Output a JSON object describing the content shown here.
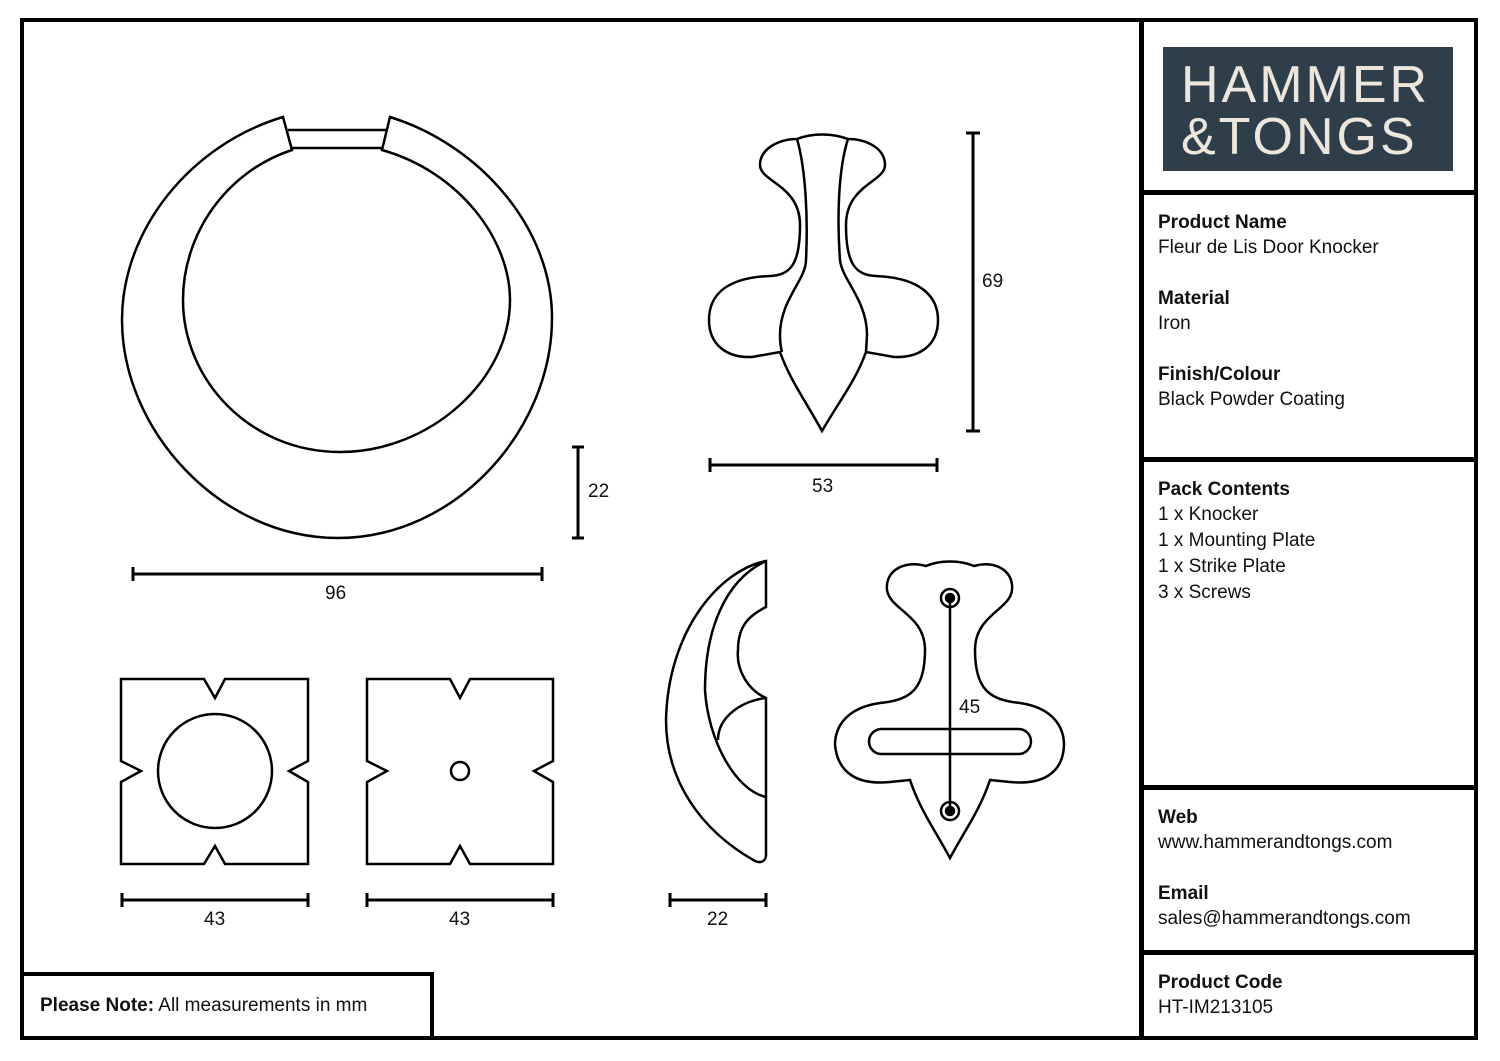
{
  "logo": {
    "line1": "HAMMER",
    "line2": "&TONGS",
    "bg_color": "#2e3e4b",
    "text_color": "#ece6dc"
  },
  "product_info": {
    "name_label": "Product Name",
    "name": "Fleur de Lis Door Knocker",
    "material_label": "Material",
    "material": "Iron",
    "finish_label": "Finish/Colour",
    "finish": "Black Powder Coating"
  },
  "pack": {
    "label": "Pack Contents",
    "items": [
      "1 x Knocker",
      "1 x Mounting Plate",
      "1 x Strike Plate",
      "3 x Screws"
    ]
  },
  "contact": {
    "web_label": "Web",
    "web": "www.hammerandtongs.com",
    "email_label": "Email",
    "email": "sales@hammerandtongs.com"
  },
  "code": {
    "label": "Product Code",
    "value": "HT-IM213105"
  },
  "note": {
    "label": "Please Note:",
    "text": "All measurements in mm"
  },
  "dimensions": {
    "ring_width": "96",
    "ring_depth": "22",
    "plate_height": "69",
    "plate_width": "53",
    "strike_width_a": "43",
    "strike_width_b": "43",
    "side_depth": "22",
    "hole_spacing": "45"
  }
}
